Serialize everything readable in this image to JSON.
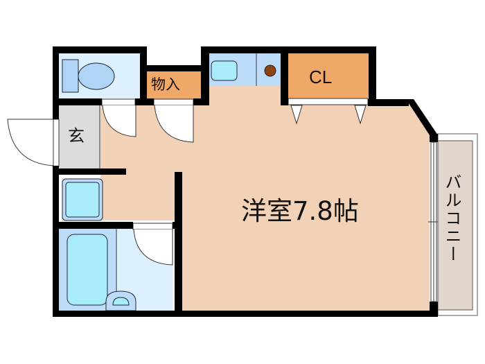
{
  "floor_plan": {
    "rooms": [
      {
        "id": "western-room",
        "label": "洋室7.8帖",
        "type": "main-room",
        "size_jo": 7.8
      },
      {
        "id": "closet",
        "label": "CL",
        "type": "closet"
      },
      {
        "id": "storage",
        "label": "物入",
        "type": "storage"
      },
      {
        "id": "entrance",
        "label": "玄",
        "type": "entrance"
      },
      {
        "id": "balcony",
        "label": "バルコニー",
        "type": "balcony"
      },
      {
        "id": "toilet",
        "label": "",
        "type": "toilet"
      },
      {
        "id": "bathroom",
        "label": "",
        "type": "bath"
      },
      {
        "id": "kitchen",
        "label": "",
        "type": "kitchen"
      },
      {
        "id": "washer-space",
        "label": "",
        "type": "washing-machine"
      }
    ],
    "colors": {
      "wall": "#000000",
      "floor": "#f2d2b6",
      "closet": "#f0a868",
      "wet_area": "#bcdcfa",
      "wet_area_light": "#ddf0fd",
      "fixture": "#a8ecfa",
      "entrance": "#dcdcdc",
      "balcony": "#e2d6cc",
      "stove": "#8b4513"
    }
  }
}
